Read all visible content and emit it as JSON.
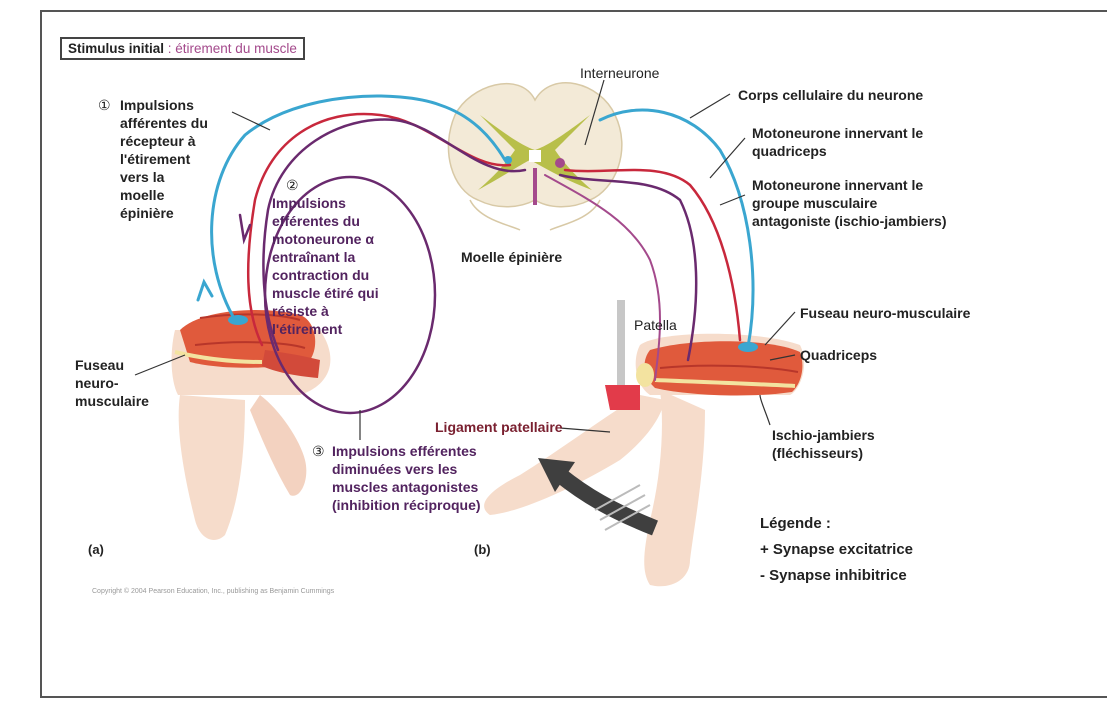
{
  "title": {
    "prefix": "Stimulus initial",
    "sep": " : ",
    "rest": "étirement du muscle"
  },
  "labels": {
    "step1_num": "①",
    "step1": "Impulsions\nafférentes du\nrécepteur à\nl'étirement\nvers la\nmoelle\népinière",
    "step2_num": "②",
    "step2": "Impulsions\nefférentes du\nmotoneurone α\nentraînant la\ncontraction du\nmuscle étiré qui\nrésiste à\nl'étirement",
    "step3_num": "③",
    "step3": "Impulsions efférentes\ndiminuées vers les\nmuscles antagonistes\n(inhibition réciproque)",
    "interneurone": "Interneurone",
    "corps_cellulaire": "Corps cellulaire du neurone",
    "motoneurone_quad": "Motoneurone innervant le\nquadriceps",
    "motoneurone_antag": "Motoneurone innervant le\ngroupe musculaire\nantagoniste (ischio-jambiers)",
    "moelle": "Moelle épinière",
    "fuseau_a": "Fuseau\nneuro-\nmusculaire",
    "fuseau_b": "Fuseau neuro-musculaire",
    "quadriceps": "Quadriceps",
    "patella": "Patella",
    "ligament": "Ligament patellaire",
    "ischio": "Ischio-jambiers\n(fléchisseurs)",
    "panel_a": "(a)",
    "panel_b": "(b)",
    "copyright": "Copyright © 2004 Pearson Education, Inc., publishing as Benjamin Cummings"
  },
  "legend": {
    "title": "Légende :",
    "items": [
      "+ Synapse excitatrice",
      "- Synapse inhibitrice"
    ]
  },
  "colors": {
    "afferent": "#3aa6d0",
    "efferent": "#c8283c",
    "inhibitory": "#6a2a6e",
    "muscle": "#e05a3c",
    "skin": "#f6dccb",
    "cord_white": "#f3ead7",
    "cord_grey": "#b8bf4a"
  }
}
